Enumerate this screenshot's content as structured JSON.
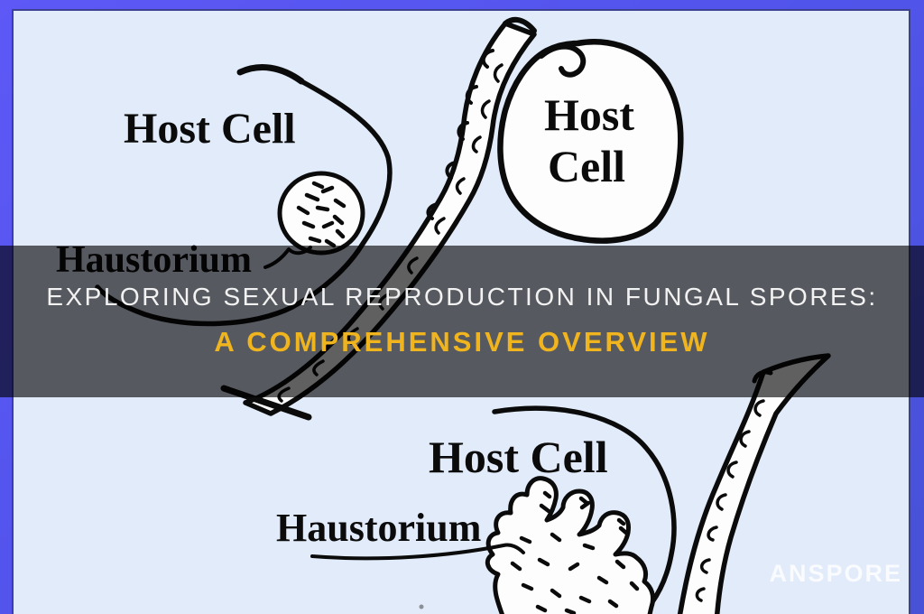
{
  "banner": {
    "line1": "EXPLORING SEXUAL REPRODUCTION IN FUNGAL SPORES:",
    "line2": "A COMPREHENSIVE OVERVIEW"
  },
  "watermark": {
    "label": "ANSPORE"
  },
  "diagram": {
    "top": {
      "host_cell_label": "Host Cell",
      "blob_label_line1": "Host",
      "blob_label_line2": "Cell",
      "haustorium_label": "Haustorium"
    },
    "bottom": {
      "host_cell_label": "Host Cell",
      "haustorium_label": "Haustorium"
    }
  },
  "colors": {
    "frame_border": "#5254ec",
    "panel_background": "#e1ebf9",
    "panel_outline": "#3d4192",
    "banner_overlay": "rgba(0,0,0,0.62)",
    "headline_white": "#f2f2f2",
    "headline_gold": "#f0b41e",
    "ink": "#0b0b0b",
    "watermark": "rgba(255,255,255,0.78)"
  }
}
